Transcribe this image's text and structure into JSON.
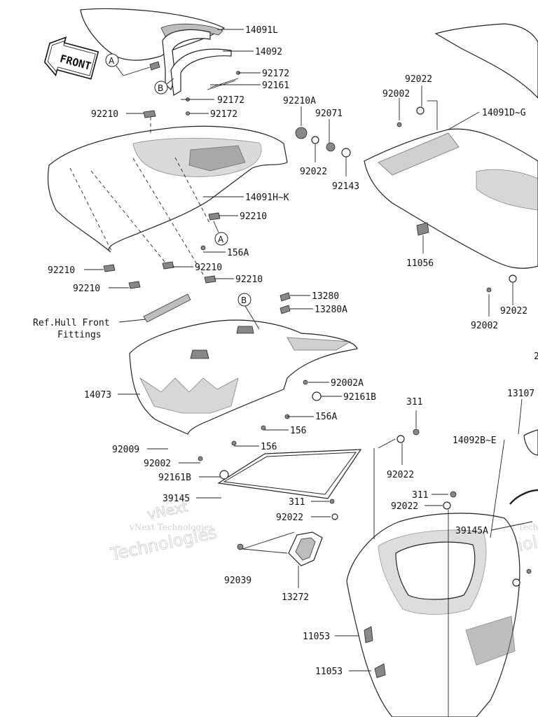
{
  "diagram": {
    "front_arrow_label": "FRONT",
    "ref_note": [
      "Ref.Hull Front",
      "Fittings"
    ],
    "callouts": [
      "A",
      "B",
      "A",
      "B"
    ],
    "part_labels": [
      "14091L",
      "14092",
      "92172",
      "92161",
      "92172",
      "92172",
      "92210",
      "14091H~K",
      "92210",
      "156A",
      "92210",
      "92210",
      "92210",
      "92210",
      "13280",
      "13280A",
      "14073",
      "92002A",
      "92161B",
      "156A",
      "156",
      "156",
      "92009",
      "92002",
      "92161B",
      "39145",
      "311",
      "92022",
      "92039",
      "13272",
      "11053",
      "11053",
      "92210A",
      "92071",
      "92022",
      "92143",
      "92002",
      "92022",
      "14091D~G",
      "11056",
      "92002",
      "92022",
      "311",
      "92022",
      "14092B~E",
      "13107",
      "39145A",
      "2"
    ],
    "watermark": "vNext Technologies"
  }
}
